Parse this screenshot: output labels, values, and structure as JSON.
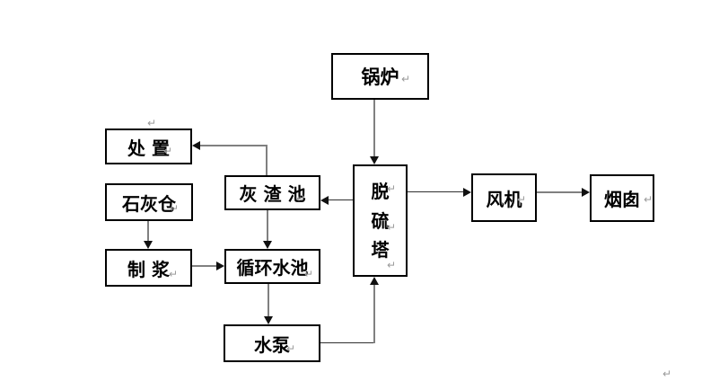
{
  "nodes": {
    "boiler": {
      "label": "锅炉"
    },
    "disposal": {
      "label": "处 置"
    },
    "lime_silo": {
      "label": "石灰仓"
    },
    "slurry_prep": {
      "label": "制 浆"
    },
    "ash_pond": {
      "label": "灰 渣 池"
    },
    "circulating_pool": {
      "label": "循环水池"
    },
    "water_pump": {
      "label": "水泵"
    },
    "desulfurization_tower": {
      "chars": [
        "脱",
        "硫",
        "塔"
      ]
    },
    "fan": {
      "label": "风机"
    },
    "chimney": {
      "label": "烟囱"
    }
  },
  "edges": [
    {
      "from": "boiler",
      "to": "desulfurization_tower"
    },
    {
      "from": "desulfurization_tower",
      "to": "fan"
    },
    {
      "from": "fan",
      "to": "chimney"
    },
    {
      "from": "desulfurization_tower",
      "to": "ash_pond"
    },
    {
      "from": "ash_pond",
      "to": "disposal"
    },
    {
      "from": "lime_silo",
      "to": "slurry_prep"
    },
    {
      "from": "slurry_prep",
      "to": "circulating_pool"
    },
    {
      "from": "ash_pond",
      "to": "circulating_pool"
    },
    {
      "from": "circulating_pool",
      "to": "water_pump"
    },
    {
      "from": "water_pump",
      "to": "desulfurization_tower"
    }
  ],
  "marks": {
    "return_glyph": "↵"
  },
  "colors": {
    "background": "#ffffff",
    "box_border": "#000000",
    "text": "#000000",
    "connector_gray": "#808080",
    "connector_dark": "#303030",
    "arrowhead": "#111111",
    "break_mark": "#9a9a9a"
  }
}
